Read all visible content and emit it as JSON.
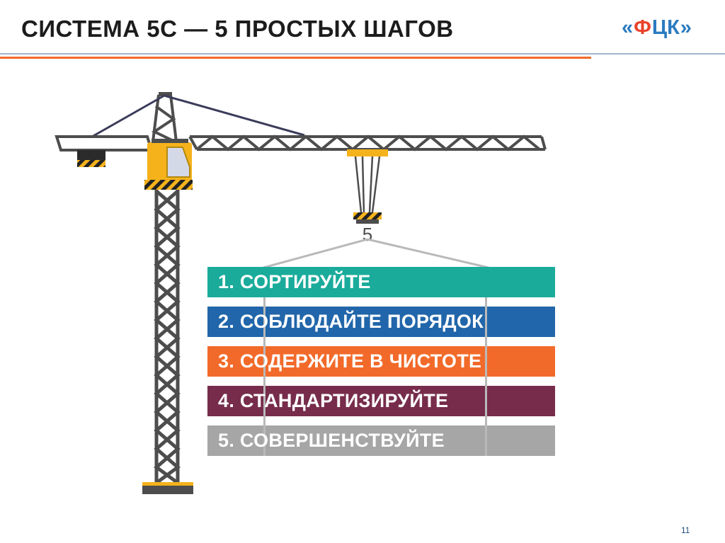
{
  "slide": {
    "title": "СИСТЕМА 5С — 5 ПРОСТЫХ ШАГОВ",
    "page_number": "11",
    "logo": {
      "left_bracket": "«",
      "glyph_f": "Ф",
      "letters": "ЦК",
      "right_bracket": "»"
    },
    "hook_label": "5"
  },
  "steps": [
    {
      "label": "1. СОРТИРУЙТЕ",
      "color": "#1aab9b"
    },
    {
      "label": "2. СОБЛЮДАЙТЕ ПОРЯДОК",
      "color": "#2166aa"
    },
    {
      "label": "3. СОДЕРЖИТЕ В ЧИСТОТЕ",
      "color": "#f26a2a"
    },
    {
      "label": "4. СТАНДАРТИЗИРУЙТЕ",
      "color": "#772c4b"
    },
    {
      "label": "5. СОВЕРШЕНСТВУЙТЕ",
      "color": "#a6a6a6"
    }
  ],
  "colors": {
    "crane_steel": "#4d4d4d",
    "cabin": "#f5b21b",
    "hazard": "#222222"
  }
}
